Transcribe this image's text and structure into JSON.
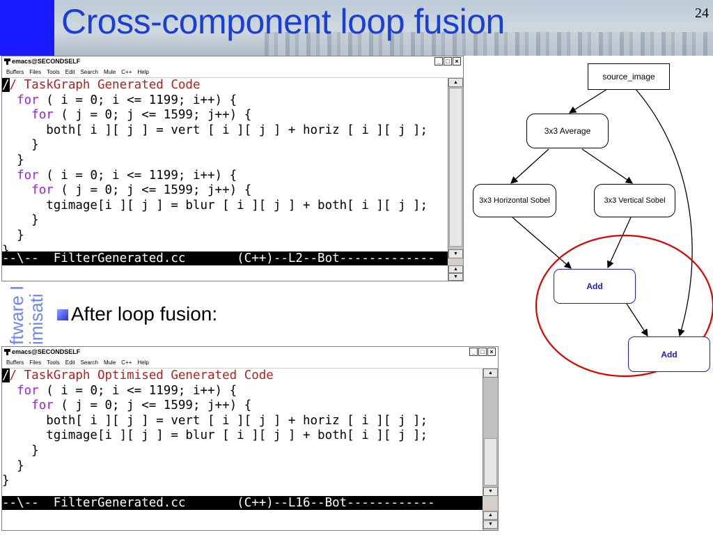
{
  "slide": {
    "title": "Cross-component loop fusion",
    "page_number": "24",
    "bullet": "After loop fusion:",
    "vertical_watermark": "ftware I\nimisati"
  },
  "window_top": {
    "title": "emacs@SECONDSELF",
    "buttons": [
      "_",
      "□",
      "×"
    ],
    "menu": [
      "Buffers",
      "Files",
      "Tools",
      "Edit",
      "Search",
      "Mule",
      "C++",
      "Help"
    ],
    "modeline": "--\\--  FilterGenerated.cc       (C++)--L2--Bot-------------",
    "code_lines": [
      [
        {
          "t": "/",
          "c": "cursor"
        },
        {
          "t": "/ TaskGraph Generated Code",
          "c": "cm"
        }
      ],
      [
        {
          "t": "  "
        },
        {
          "t": "for",
          "c": "kw"
        },
        {
          "t": " ( i = 0; i <= 1199; i++) {"
        }
      ],
      [
        {
          "t": "    "
        },
        {
          "t": "for",
          "c": "kw"
        },
        {
          "t": " ( j = 0; j <= 1599; j++) {"
        }
      ],
      [
        {
          "t": "      both[ i ][ j ] = vert [ i ][ j ] + horiz [ i ][ j ];"
        }
      ],
      [
        {
          "t": "    }"
        }
      ],
      [
        {
          "t": "  }"
        }
      ],
      [
        {
          "t": "  "
        },
        {
          "t": "for",
          "c": "kw"
        },
        {
          "t": " ( i = 0; i <= 1199; i++) {"
        }
      ],
      [
        {
          "t": "    "
        },
        {
          "t": "for",
          "c": "kw"
        },
        {
          "t": " ( j = 0; j <= 1599; j++) {"
        }
      ],
      [
        {
          "t": "      tgimage[i ][ j ] = blur [ i ][ j ] + both[ i ][ j ];"
        }
      ],
      [
        {
          "t": "    }"
        }
      ],
      [
        {
          "t": "  }"
        }
      ],
      [
        {
          "t": "}"
        }
      ]
    ]
  },
  "window_bottom": {
    "title": "emacs@SECONDSELF",
    "buttons": [
      "_",
      "□",
      "×"
    ],
    "menu": [
      "Buffers",
      "Files",
      "Tools",
      "Edit",
      "Search",
      "Mule",
      "C++",
      "Help"
    ],
    "modeline": "--\\--  FilterGenerated.cc       (C++)--L16--Bot------------",
    "code_lines": [
      [
        {
          "t": "/",
          "c": "cursor"
        },
        {
          "t": "/ TaskGraph Optimised Generated Code",
          "c": "cm"
        }
      ],
      [
        {
          "t": "  "
        },
        {
          "t": "for",
          "c": "kw"
        },
        {
          "t": " ( i = 0; i <= 1199; i++) {"
        }
      ],
      [
        {
          "t": "    "
        },
        {
          "t": "for",
          "c": "kw"
        },
        {
          "t": " ( j = 0; j <= 1599; j++) {"
        }
      ],
      [
        {
          "t": "      both[ i ][ j ] = vert [ i ][ j ] + horiz [ i ][ j ];"
        }
      ],
      [
        {
          "t": "      tgimage[i ][ j ] = blur [ i ][ j ] + both[ i ][ j ];"
        }
      ],
      [
        {
          "t": "    }"
        }
      ],
      [
        {
          "t": "  }"
        }
      ],
      [
        {
          "t": "}"
        }
      ]
    ]
  },
  "graph": {
    "nodes": {
      "source_image": "source_image",
      "average": "3x3 Average",
      "hsobel": "3x3 Horizontal Sobel",
      "vsobel": "3x3 Vertical Sobel",
      "add1": "Add",
      "add2": "Add"
    }
  },
  "colors": {
    "title": "#1a3fd6",
    "keyword": "#a020f0",
    "comment": "#b22222",
    "node_highlight": "#1a1acc",
    "circle": "#dd0000"
  }
}
